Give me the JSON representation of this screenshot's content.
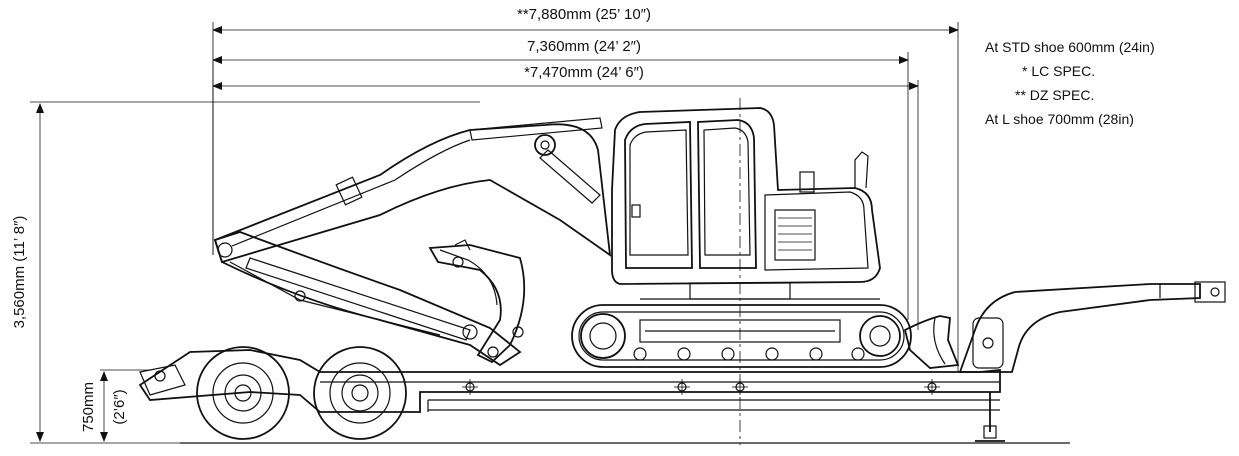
{
  "dimensions": {
    "overall_dz": "**7,880mm (25’ 10″)",
    "overall_std": "7,360mm (24’ 2″)",
    "overall_lc": "*7,470mm (24’ 6″)",
    "height_total": "3,560mm (11’ 8″)",
    "deck_height_mm": "750mm",
    "deck_height_ft": "(2’6″)"
  },
  "notes": {
    "std_shoe": "At STD shoe 600mm (24in)",
    "lc_spec": "*  LC SPEC.",
    "dz_spec": "**  DZ SPEC.",
    "l_shoe": "At L shoe 700mm (28in)"
  }
}
